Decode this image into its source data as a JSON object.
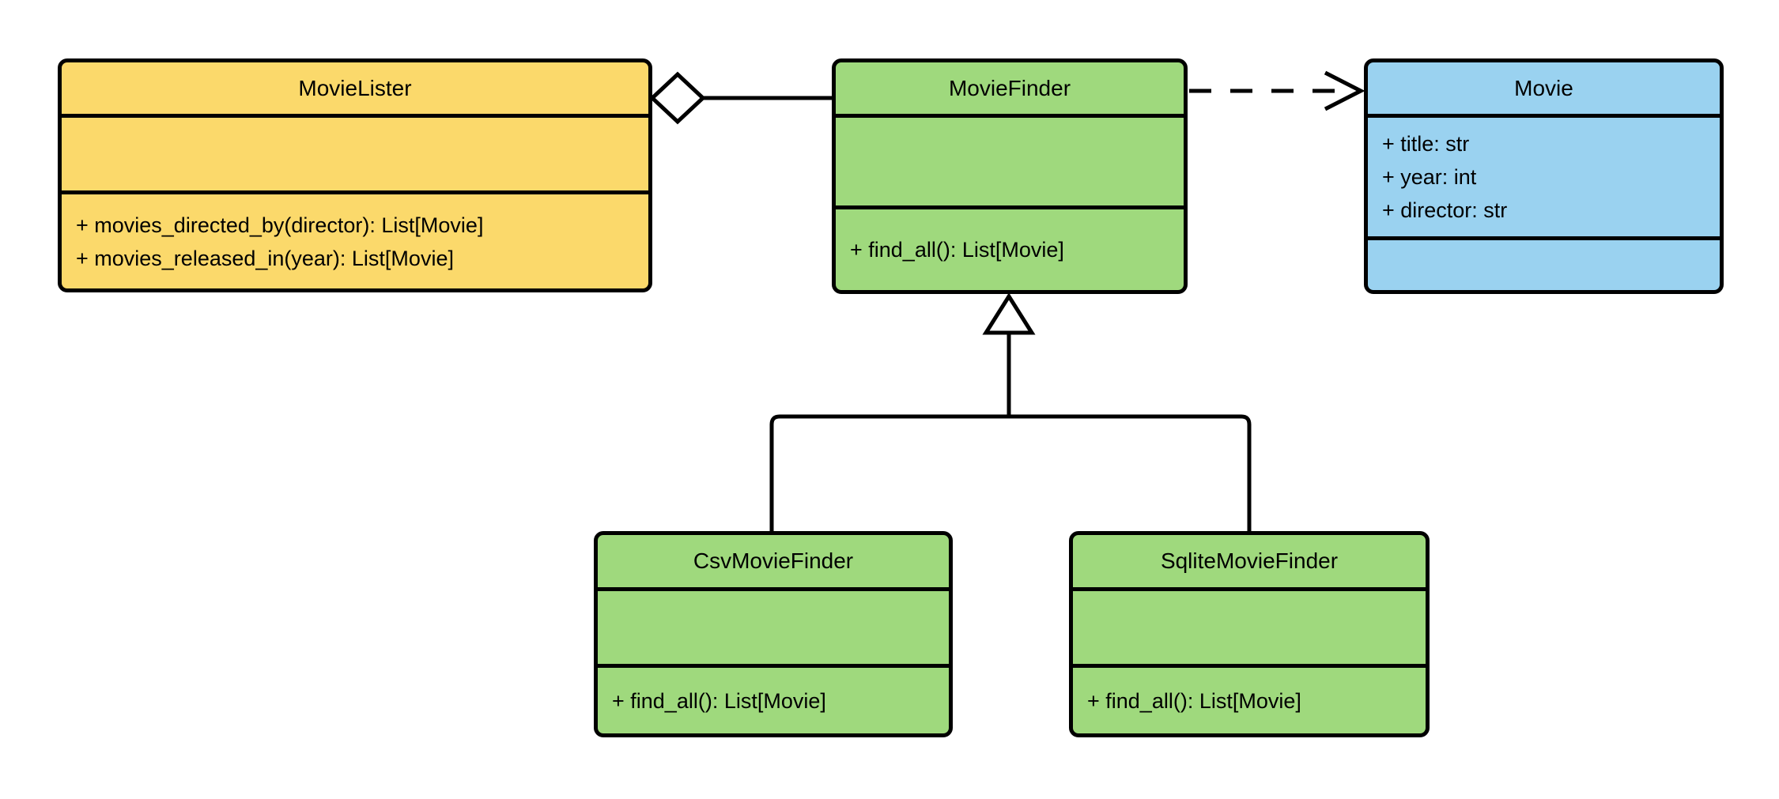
{
  "diagram": {
    "kind": "uml-class-diagram",
    "colors": {
      "yellow": "#FBD96B",
      "green": "#9FD97D",
      "blue": "#9AD2F0",
      "stroke": "#000000",
      "background": "#FFFFFF"
    },
    "classes": [
      {
        "name": "MovieLister",
        "color": "yellow",
        "attributes": [],
        "methods": [
          "+ movies_directed_by(director): List[Movie]",
          "+ movies_released_in(year): List[Movie]"
        ]
      },
      {
        "name": "MovieFinder",
        "color": "green",
        "attributes": [],
        "methods": [
          "+ find_all(): List[Movie]"
        ]
      },
      {
        "name": "Movie",
        "color": "blue",
        "attributes": [
          "+ title: str",
          "+ year: int",
          "+ director: str"
        ],
        "methods": []
      },
      {
        "name": "CsvMovieFinder",
        "color": "green",
        "attributes": [],
        "methods": [
          "+ find_all(): List[Movie]"
        ]
      },
      {
        "name": "SqliteMovieFinder",
        "color": "green",
        "attributes": [],
        "methods": [
          "+ find_all(): List[Movie]"
        ]
      }
    ],
    "relationships": [
      {
        "type": "aggregation",
        "from": "MovieLister",
        "to": "MovieFinder"
      },
      {
        "type": "dependency",
        "from": "MovieFinder",
        "to": "Movie"
      },
      {
        "type": "inheritance",
        "from": "CsvMovieFinder",
        "to": "MovieFinder"
      },
      {
        "type": "inheritance",
        "from": "SqliteMovieFinder",
        "to": "MovieFinder"
      }
    ]
  }
}
